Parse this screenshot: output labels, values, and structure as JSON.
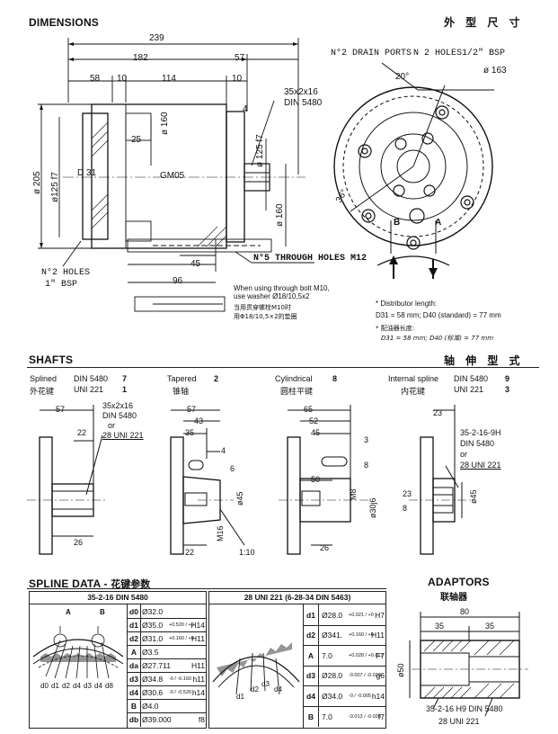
{
  "header": {
    "title": "DIMENSIONS",
    "title_cn": "外 型 尺 寸"
  },
  "dims_view": {
    "dim_239": "239",
    "dim_182": "182",
    "dim_57": "57",
    "dim_58": "58",
    "dim_10a": "10",
    "dim_114": "114",
    "dim_10b": "10",
    "dim_4": "4",
    "dim_25": "25",
    "dim_d160": "ø 160",
    "dim_d205": "ø 205",
    "dim_d125f7": "ø125 f7",
    "dim_d125f7r": "ø 125 f7",
    "dim_d160r": "ø 160",
    "dim_45": "45",
    "dim_96": "96",
    "label_d31": "D 31",
    "label_gm05": "GM05",
    "spline_callout_1": "35x2x16",
    "spline_callout_2": "DIN 5480",
    "holes_1": "N°2 HOLES",
    "holes_2": "1\"  BSP",
    "through_holes": "N°5 THROUGH HOLES M12",
    "note_bolt_1": "When using through bolt M10,",
    "note_bolt_2": "use washer Ø18/10,5x2",
    "note_bolt_cn1": "当用贯穿螺栓M10时",
    "note_bolt_cn2": "用Φ18/10,5×2的垫圈"
  },
  "port_view": {
    "drain_ports": "N°2 DRAIN PORTS",
    "n2_holes": "N 2 HOLES",
    "bsp_half": "1/2\"  BSP",
    "angle_20": "20°",
    "d163": "ø 163",
    "angle_36": "36°",
    "port_b": "B",
    "port_a": "A",
    "dist_title": "* Distributor length:",
    "dist_values": "D31 = 58 mm; D40 (standard) = 77 mm",
    "dist_title_cn": "* 配油器长度:",
    "dist_values_cn": "D31 = 58 mm; D40 (标准) = 77 mm"
  },
  "shafts": {
    "title": "SHAFTS",
    "title_cn": "轴 伸 型 式",
    "types": [
      {
        "name": "Splined",
        "std1": "DIN 5480",
        "code1": "7",
        "name_cn": "外花键",
        "std2": "UNI 221",
        "code2": "1"
      },
      {
        "name": "Tapered",
        "code1": "2",
        "name_cn": "锥轴"
      },
      {
        "name": "Cylindrical",
        "code1": "8",
        "name_cn": "圆柱平键"
      },
      {
        "name": "Internal spline",
        "std1": "DIN 5480",
        "code1": "9",
        "name_cn": "内花键",
        "std2": "UNI 221",
        "code2": "3"
      }
    ],
    "splined": {
      "d57": "57",
      "d22": "22",
      "d26": "26",
      "c1": "35x2x16",
      "c2": "DIN 5480",
      "c3": "or",
      "c4": "28 UNI 221"
    },
    "tapered": {
      "d57": "57",
      "d43": "43",
      "d35": "35",
      "d4": "4",
      "d6": "6",
      "d45": "ø45",
      "m16": "M16",
      "d22": "22",
      "taper": "1:10"
    },
    "cylindrical": {
      "d65": "65",
      "d52": "52",
      "d45": "45",
      "d3": "3",
      "d8": "8",
      "d50": "50",
      "m8": "M8",
      "d30": "ø30j6",
      "d26": "26"
    },
    "internal": {
      "d23": "23",
      "c1": "35-2-16-9H",
      "c2": "DIN 5480",
      "c3": "or",
      "c4": "28 UNI 221",
      "d23b": "23",
      "d8": "8",
      "d45": "ø45"
    }
  },
  "spline_data": {
    "title": "SPLINE DATA - ",
    "title_cn": "花键参数",
    "left_table": {
      "header": "35-2-16 DIN 5480",
      "rows": [
        {
          "sym": "d0",
          "val": "Ø32.0",
          "tol": "",
          "fit": ""
        },
        {
          "sym": "d1",
          "val": "Ø35.0",
          "tol": "+0.520 / +0",
          "fit": "H14"
        },
        {
          "sym": "d2",
          "val": "Ø31.0",
          "tol": "+0.160 / +0",
          "fit": "H11"
        },
        {
          "sym": "A",
          "val": "Ø3.5",
          "tol": "",
          "fit": ""
        },
        {
          "sym": "da",
          "val": "Ø27.711",
          "tol": "",
          "fit": "H11"
        },
        {
          "sym": "d3",
          "val": "Ø34.8",
          "tol": "-0 / -0.160",
          "fit": "h11"
        },
        {
          "sym": "d4",
          "val": "Ø30.6",
          "tol": "-0 / -0.520",
          "fit": "h14"
        },
        {
          "sym": "B",
          "val": "Ø4.0",
          "tol": "",
          "fit": ""
        },
        {
          "sym": "db",
          "val": "Ø39.000",
          "tol": "",
          "fit": "f8"
        }
      ],
      "diagram_labels": [
        "d0",
        "d1",
        "d2",
        "d4",
        "d3",
        "d4",
        "d8"
      ],
      "tooth_a": "A",
      "tooth_b": "B"
    },
    "right_table": {
      "header": "28 UNI 221  (6-28-34 DIN 5463)",
      "rows": [
        {
          "sym": "d1",
          "val": "Ø28.0",
          "tol": "+0.021 / +0",
          "fit": "H7"
        },
        {
          "sym": "d2",
          "val": "Ø341.",
          "tol": "+0.160 / +0",
          "fit": "H11"
        },
        {
          "sym": "A",
          "val": "7.0",
          "tol": "+0.028 / +0.013",
          "fit": "F7"
        },
        {
          "sym": "d3",
          "val": "Ø28.0",
          "tol": "-0.007 / -0.020",
          "fit": "g6"
        },
        {
          "sym": "d4",
          "val": "Ø34.0",
          "tol": "-0 / -0.005",
          "fit": "h14"
        },
        {
          "sym": "B",
          "val": "7.0",
          "tol": "-0.013 / -0.028",
          "fit": "f7"
        }
      ],
      "diagram_labels": [
        "d1",
        "d2",
        "d3",
        "d4"
      ]
    }
  },
  "adaptors": {
    "title": "ADAPTORS",
    "title_cn": "联轴器",
    "d80": "80",
    "d35a": "35",
    "d35b": "35",
    "d50": "ø50",
    "note1": "35-2-16 H9 DIN 5480",
    "note2": "28 UNI 221"
  }
}
